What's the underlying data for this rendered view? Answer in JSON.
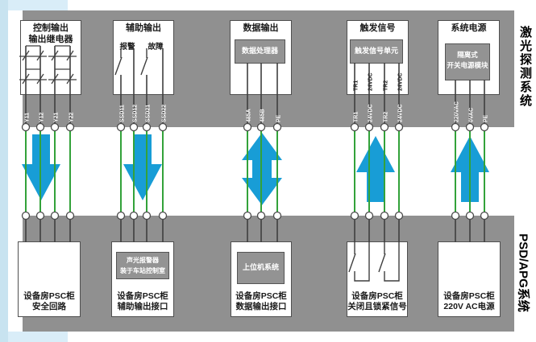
{
  "diagram": {
    "right_labels": {
      "top": "激光探测系统",
      "bottom": "PSD/APG系统"
    },
    "colors": {
      "arrow_blue": "#189dd6",
      "wire_green": "#33a23a",
      "band_gray": "#909090",
      "side_strip_blue": "#c8e3f0"
    },
    "top_boxes": [
      {
        "title1": "控制输出",
        "title2": "输出继电器",
        "terminals": [
          "Y11",
          "Y12",
          "Y21",
          "Y22"
        ]
      },
      {
        "title1": "辅助输出",
        "contact_labels": [
          "报警",
          "故障"
        ],
        "terminals": [
          "SSD11",
          "SSD12",
          "SSD21",
          "SSD22"
        ]
      },
      {
        "title1": "数据输出",
        "inner": "数据处理器",
        "terminals": [
          "485A",
          "485B",
          "PE"
        ]
      },
      {
        "title1": "触发信号",
        "inner": "触发信号单元",
        "inner_terminals": [
          "TR1",
          "24VDC",
          "TR2",
          "24VDC"
        ],
        "terminals": [
          "TR1",
          "24VDC",
          "TR2",
          "24VDC"
        ]
      },
      {
        "title1": "系统电源",
        "inner1": "隔离式",
        "inner2": "开关电源模块",
        "terminals": [
          "220VAC",
          "0VAC",
          "PE"
        ]
      }
    ],
    "bottom_boxes": [
      {
        "title1": "设备房PSC柜",
        "title2": "安全回路"
      },
      {
        "inner1": "声光报警器",
        "inner2": "装于车站控制室",
        "title1": "设备房PSC柜",
        "title2": "辅助输出接口"
      },
      {
        "inner": "上位机系统",
        "title1": "设备房PSC柜",
        "title2": "数据输出接口"
      },
      {
        "title1": "设备房PSC柜",
        "title2": "关闭且锁紧信号"
      },
      {
        "title1": "设备房PSC柜",
        "title2": "220V AC电源"
      }
    ],
    "arrows": [
      {
        "dir": "down"
      },
      {
        "dir": "down"
      },
      {
        "dir": "both"
      },
      {
        "dir": "up"
      },
      {
        "dir": "up"
      }
    ]
  }
}
